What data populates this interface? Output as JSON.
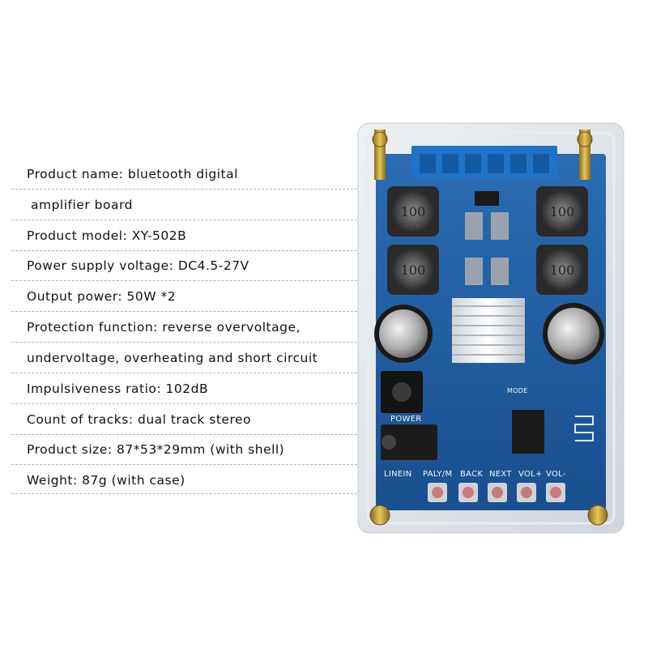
{
  "specs": [
    "Product name: bluetooth digital",
    "amplifier board",
    "Product model: XY-502B",
    "Power supply voltage: DC4.5-27V",
    "Output power: 50W *2",
    "Protection function: reverse overvoltage,",
    "undervoltage, overheating and short circuit",
    "Impulsiveness ratio: 102dB",
    "Count of tracks: dual track stereo",
    "Product size: 87*53*29mm (with shell)",
    "Weight: 87g (with case)"
  ],
  "board": {
    "coil_marks": [
      "100",
      "100",
      "100",
      "100"
    ],
    "silkscreen": {
      "power": "POWER",
      "mode": "MODE",
      "buttons": [
        "LINEIN",
        "PALY/M",
        "BACK",
        "NEXT",
        "VOL+",
        "VOL-"
      ]
    }
  },
  "colors": {
    "pcb": "#1f5fa6",
    "terminal": "#1e73c8",
    "text": "#111111"
  }
}
